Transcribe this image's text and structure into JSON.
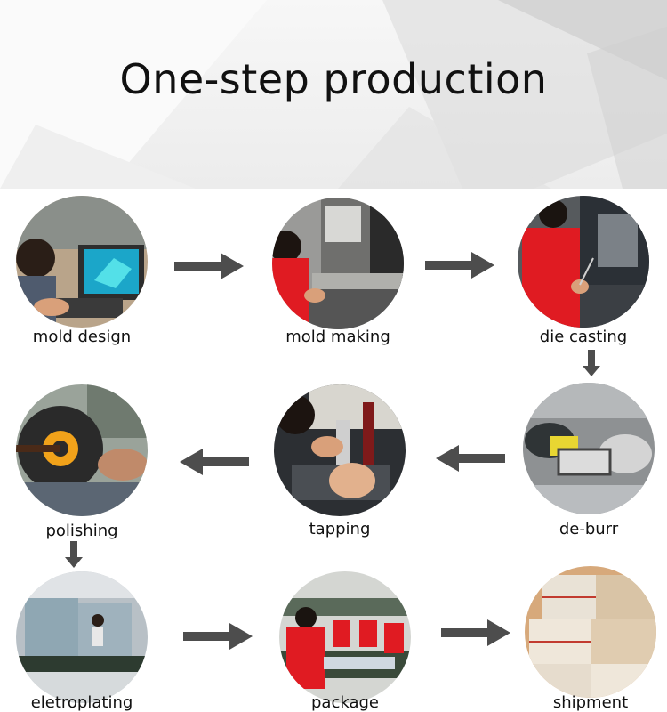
{
  "header": {
    "title": "One-step production"
  },
  "steps": {
    "mold_design": "mold design",
    "mold_making": "mold making",
    "die_casting": "die casting",
    "de_burr": "de-burr",
    "tapping": "tapping",
    "polishing": "polishing",
    "eletroplating": "eletroplating",
    "package": "package",
    "shipment": "shipment"
  },
  "flow": [
    "mold design",
    "mold making",
    "die casting",
    "de-burr",
    "tapping",
    "polishing",
    "eletroplating",
    "package",
    "shipment"
  ],
  "colors": {
    "arrow": "#4d4d4d",
    "worker_shirt": "#e01b22",
    "background": "#ffffff"
  }
}
